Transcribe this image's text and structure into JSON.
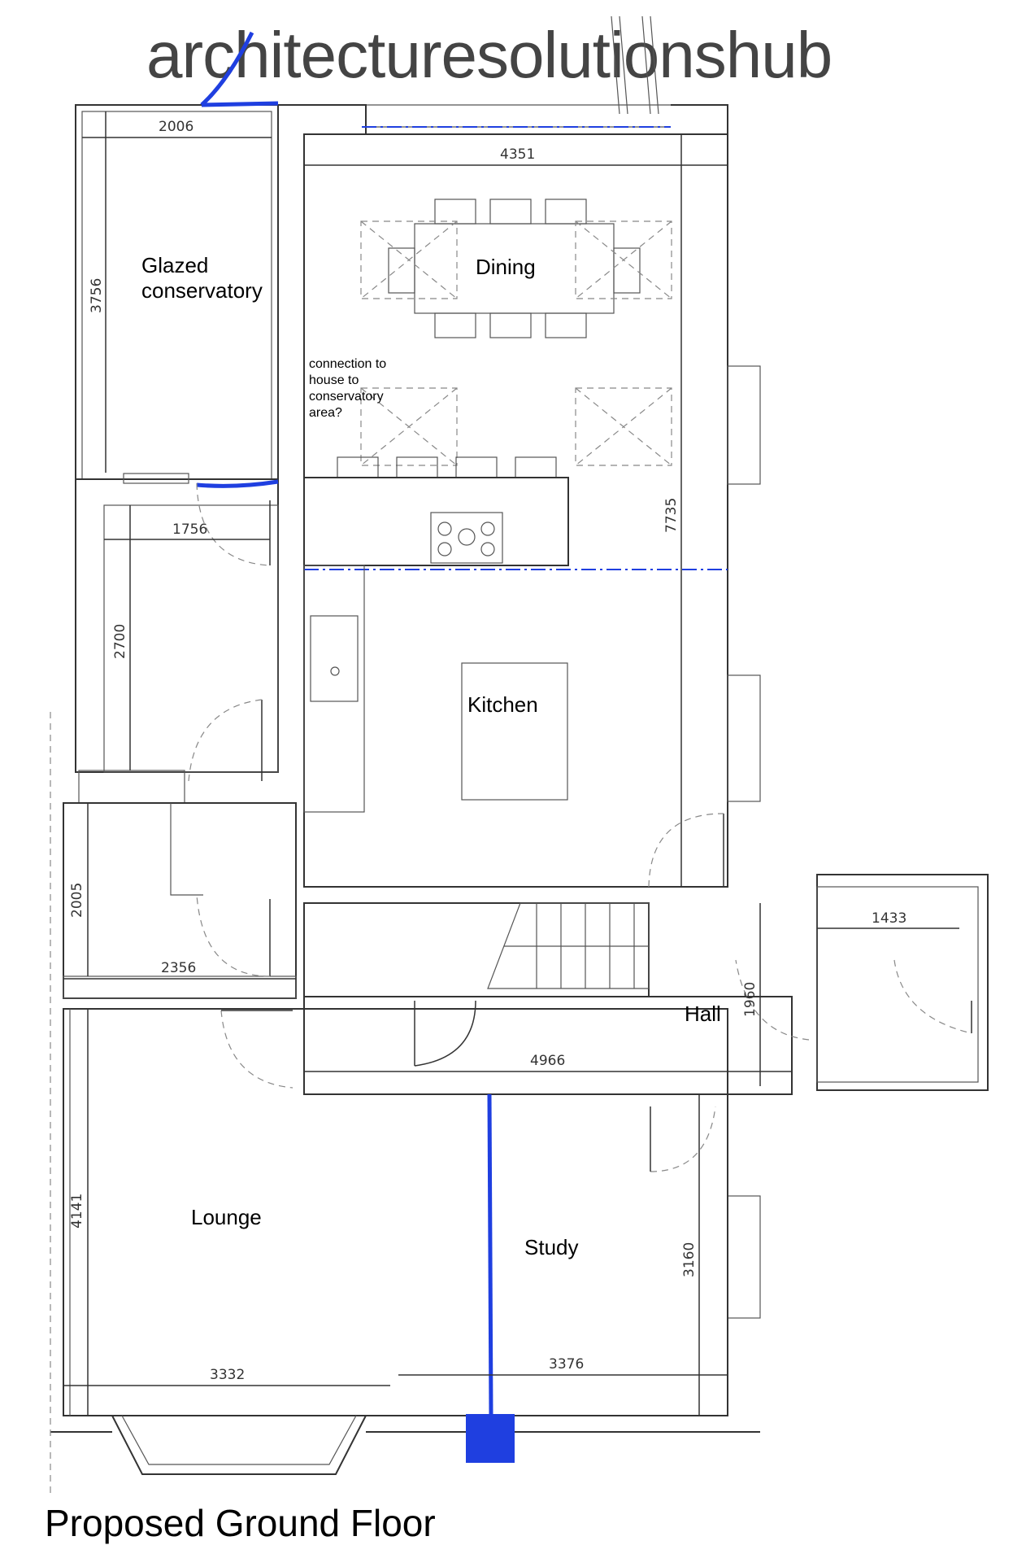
{
  "brand": "architecturesolutionshub",
  "caption": "Proposed Ground Floor",
  "colors": {
    "wall": "#333333",
    "markup": "#1f3fe0"
  },
  "rooms": {
    "conservatory_line1": "Glazed",
    "conservatory_line2": "conservatory",
    "dining": "Dining",
    "kitchen": "Kitchen",
    "hall": "Hall",
    "lounge": "Lounge",
    "study": "Study"
  },
  "note": {
    "line1": "connection to",
    "line2": "house to",
    "line3": "conservatory",
    "line4": "area?"
  },
  "dimensions": {
    "conservatory_width": "2006",
    "conservatory_depth": "3756",
    "dining_width": "4351",
    "kitchen_depth": "7735",
    "utility_width": "1756",
    "utility_depth": "2700",
    "wc_depth": "2005",
    "wc_width": "2356",
    "porch_width": "1433",
    "hall_depth": "1960",
    "hall_width": "4966",
    "lounge_depth": "4141",
    "lounge_width": "3332",
    "study_width": "3376",
    "study_depth": "3160"
  }
}
